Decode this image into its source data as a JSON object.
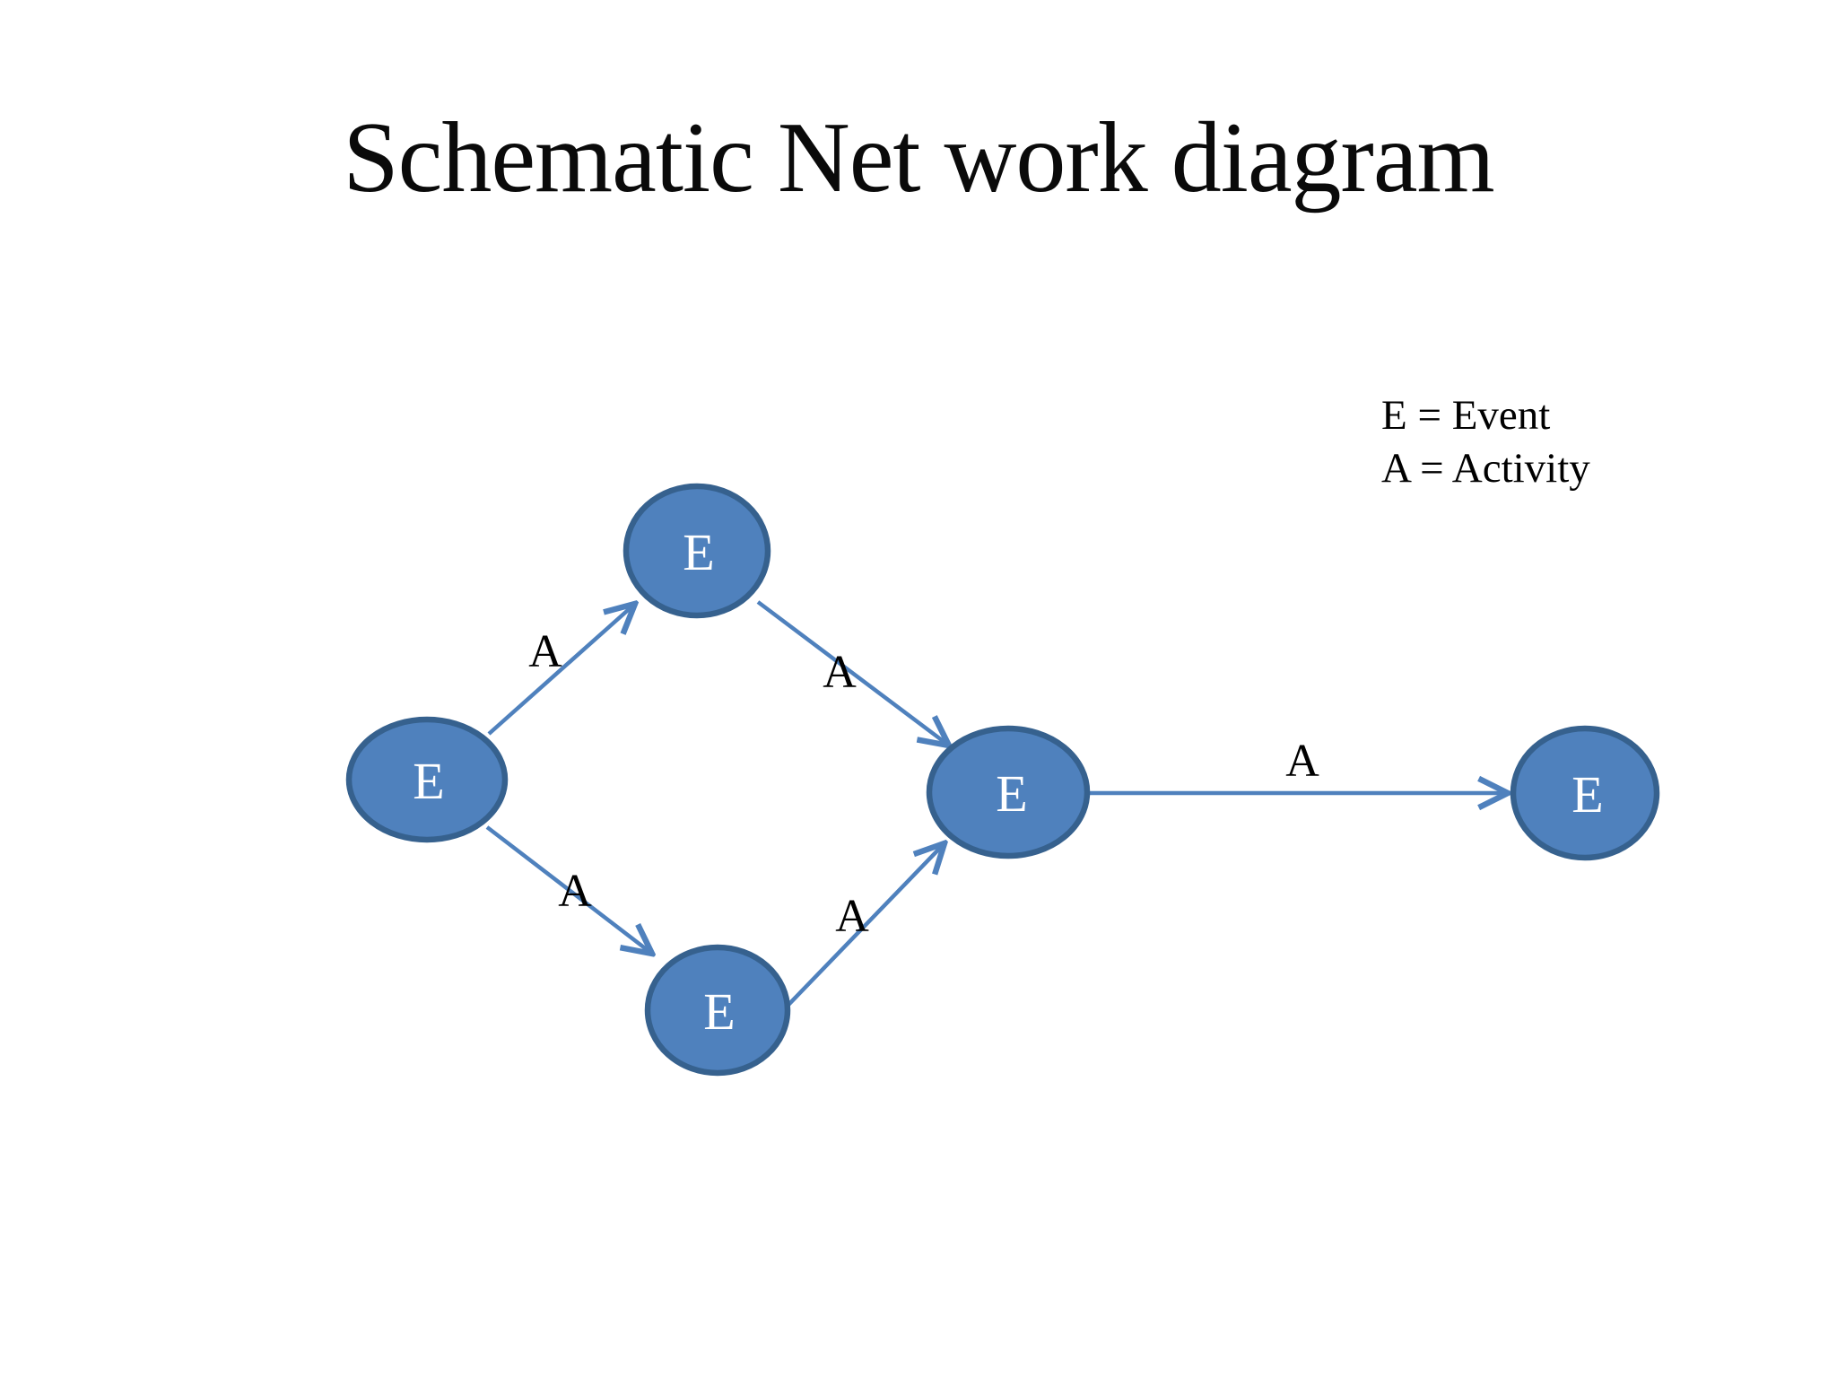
{
  "title": "Schematic Net work diagram",
  "legend": {
    "event": "E = Event",
    "activity": "A = Activity"
  },
  "nodes": [
    {
      "id": "start",
      "label": "E"
    },
    {
      "id": "top",
      "label": "E"
    },
    {
      "id": "bottom",
      "label": "E"
    },
    {
      "id": "merge",
      "label": "E"
    },
    {
      "id": "end",
      "label": "E"
    }
  ],
  "edges": [
    {
      "id": "start-to-top",
      "label": "A"
    },
    {
      "id": "top-to-merge",
      "label": "A"
    },
    {
      "id": "start-to-bottom",
      "label": "A"
    },
    {
      "id": "bottom-to-merge",
      "label": "A"
    },
    {
      "id": "merge-to-end",
      "label": "A"
    }
  ],
  "colors": {
    "node_fill": "#4f81bd",
    "node_border": "#36618e",
    "arrow": "#4f81bd",
    "label_text": "#000000",
    "node_text": "#ffffff",
    "background": "#ffffff"
  }
}
